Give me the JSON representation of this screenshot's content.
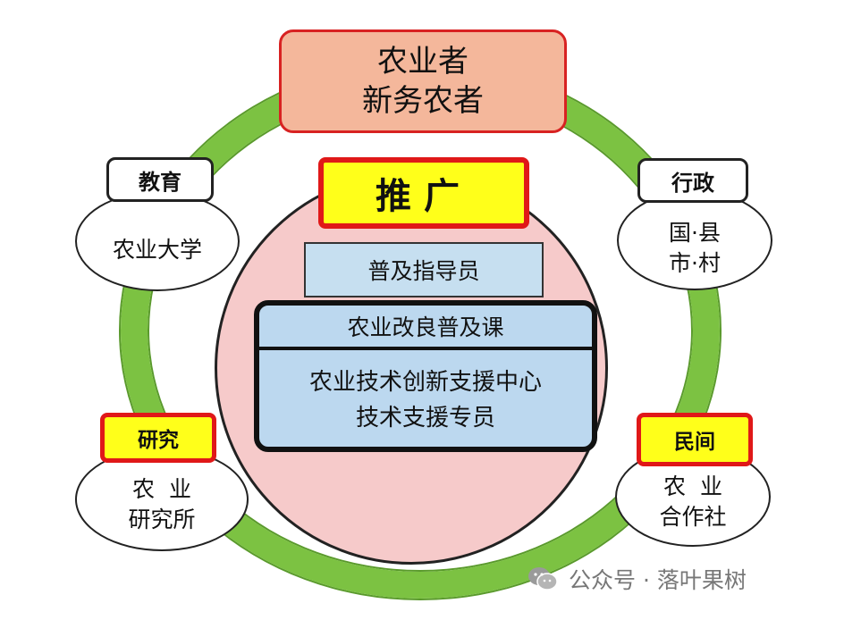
{
  "farmers": {
    "line1": "农业者",
    "line2": "新务农者"
  },
  "extension": {
    "label": "推广"
  },
  "advisor": {
    "label": "普及指导员"
  },
  "section": {
    "title": "农业改良普及课",
    "line1": "农业技术创新支援中心",
    "line2": "技术支援专员"
  },
  "education": {
    "tag": "教育",
    "body": "农业大学"
  },
  "administration": {
    "tag": "行政",
    "line1": "国·县",
    "line2": "市·村"
  },
  "research": {
    "tag": "研究",
    "line1": "农  业",
    "line2": "研究所"
  },
  "private": {
    "tag": "民间",
    "line1": "农  业",
    "line2": "合作社"
  },
  "watermark": {
    "text": "公众号 · 落叶果树",
    "icon": "wechat-icon"
  },
  "colors": {
    "ring": "#7cc242",
    "hub": "#f6caca",
    "farmers_fill": "#f4b79b",
    "highlight_fill": "#ffff1a",
    "highlight_border": "#e01818",
    "box_fill": "#bcd8ef"
  }
}
